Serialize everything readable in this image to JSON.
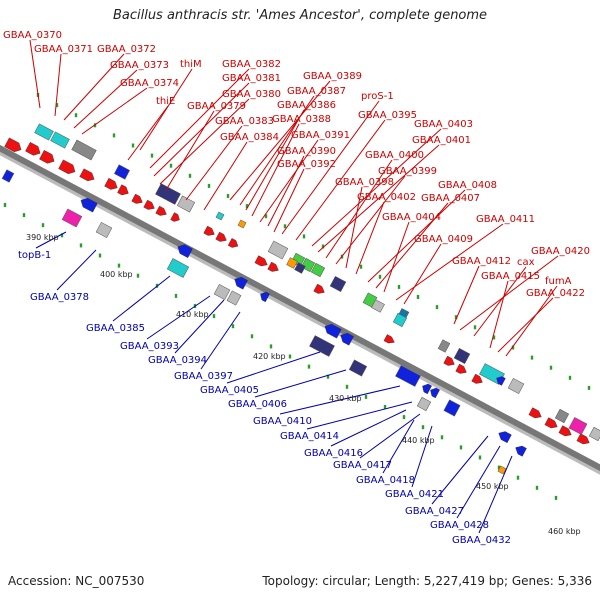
{
  "header": {
    "title": "Bacillus anthracis str. 'Ames Ancestor', complete genome"
  },
  "footer": {
    "accession": "Accession: NC_007530",
    "summary": "Topology: circular; Length: 5,227,419 bp; Genes: 5,336"
  },
  "colors": {
    "above": "#cc0000",
    "below": "#0000aa"
  },
  "labels_above": [
    "GBAA_0370",
    "GBAA_0371",
    "GBAA_0372",
    "GBAA_0373",
    "GBAA_0374",
    "thiM",
    "thiE",
    "GBAA_0382",
    "GBAA_0381",
    "GBAA_0380",
    "GBAA_0379",
    "GBAA_0383",
    "GBAA_0384",
    "GBAA_0389",
    "GBAA_0387",
    "GBAA_0386",
    "GBAA_0388",
    "GBAA_0391",
    "GBAA_0390",
    "GBAA_0392",
    "proS-1",
    "GBAA_0395",
    "GBAA_0403",
    "GBAA_0401",
    "GBAA_0400",
    "GBAA_0399",
    "GBAA_0398",
    "GBAA_0402",
    "GBAA_0408",
    "GBAA_0407",
    "GBAA_0404",
    "GBAA_0411",
    "GBAA_0409",
    "GBAA_0420",
    "GBAA_0412",
    "cax",
    "GBAA_0415",
    "fumA",
    "GBAA_0422"
  ],
  "labels_below": [
    "topB-1",
    "GBAA_0378",
    "GBAA_0385",
    "GBAA_0393",
    "GBAA_0394",
    "GBAA_0397",
    "GBAA_0405",
    "GBAA_0406",
    "GBAA_0410",
    "GBAA_0414",
    "GBAA_0416",
    "GBAA_0417",
    "GBAA_0418",
    "GBAA_0421",
    "GBAA_0427",
    "GBAA_0428",
    "GBAA_0432"
  ],
  "ruler_labels": [
    "390 kbp",
    "400 kbp",
    "410 kbp",
    "420 kbp",
    "430 kbp",
    "440 kbp",
    "450 kbp",
    "460 kbp"
  ]
}
